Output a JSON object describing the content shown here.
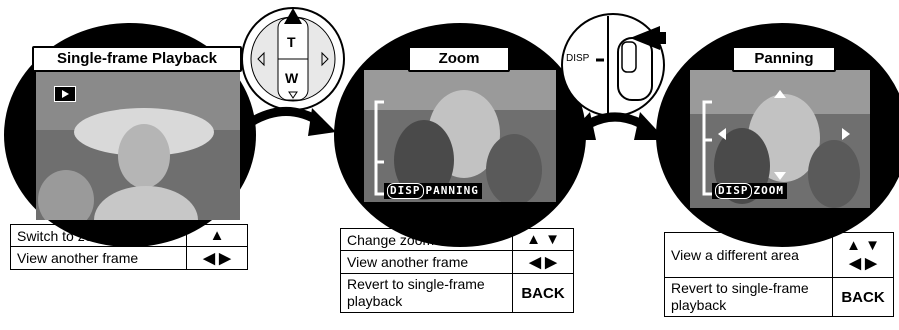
{
  "panels": [
    {
      "title": "Single-frame Playback",
      "rows": [
        {
          "label": "Switch to zoom",
          "key": "▲"
        },
        {
          "label": "View another frame",
          "key": "◀ ▶"
        }
      ]
    },
    {
      "title": "Zoom",
      "overlay_disp": "DISP",
      "overlay_text": "PANNING",
      "rows": [
        {
          "label": "Change zoom scale",
          "key": "▲ ▼"
        },
        {
          "label": "View another frame",
          "key": "◀ ▶"
        },
        {
          "label": "Revert to single-frame playback",
          "key": "BACK"
        }
      ]
    },
    {
      "title": "Panning",
      "overlay_disp": "DISP",
      "overlay_text": "ZOOM",
      "rows": [
        {
          "label": "View a different area",
          "key": "▲ ▼\n◀ ▶"
        },
        {
          "label": "Revert to single-frame playback",
          "key": "BACK"
        }
      ]
    }
  ],
  "dial": {
    "top": "T",
    "bottom": "W"
  },
  "button_label": "DISP",
  "colors": {
    "background": "#ffffff",
    "ink": "#000000",
    "photo_bg": "#6f6f6f"
  }
}
